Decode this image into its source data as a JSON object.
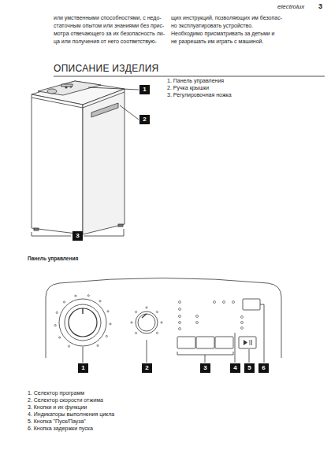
{
  "diagram": {
    "title": "ОПИСАНИЕ ИЗДЕЛИЯ",
    "nodes": [
      {
        "text": [
          "1"
        ]
      },
      {
        "text": [
          "2"
        ]
      },
      {
        "text": [
          "3"
        ]
      },
      {
        "text": [
          "1"
        ]
      },
      {
        "text": [
          "2"
        ]
      },
      {
        "text": [
          "3"
        ]
      },
      {
        "text": [
          "4"
        ]
      },
      {
        "text": [
          "5"
        ]
      },
      {
        "text": [
          "6"
        ]
      }
    ],
    "labels": [
      "electrolux",
      "3",
      "или умственными способностями, с недо-",
      "статочным опытом или знаниями без прис-",
      "мотра отвечающего за их безопасность ли-",
      "ца или получения от него соответствую-",
      "щих инструкций, позволяющих им безопас-",
      "но эксплуатировать устройство.",
      "Необходимо присматривать за детьми и",
      "не разрешать им играть с машиной.",
      "1. Панель управления",
      "2. Ручка крышки",
      "3. Регулировочная ножка",
      "Панель управления",
      "1. Селектор программ",
      "2. Селектор скорости отжима",
      "3. Кнопки и их функции",
      "4. Индикаторы выполнения цикла",
      "5. Кнопка \"Пуск/Пауза\"",
      "6. Кнопка задержки пуска"
    ]
  }
}
